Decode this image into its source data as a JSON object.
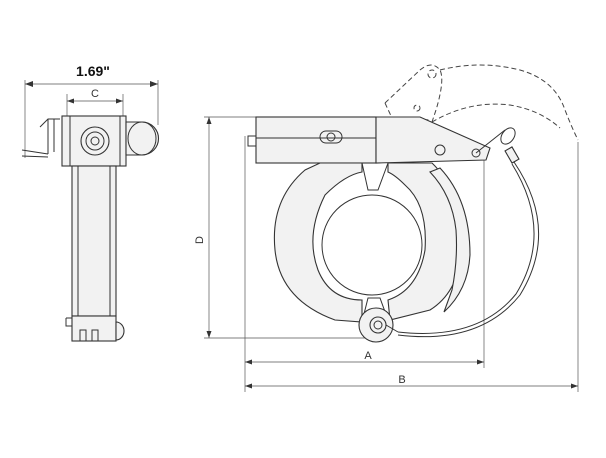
{
  "dimensions": {
    "width_label": "1.69\"",
    "c_label": "C",
    "d_label": "D",
    "a_label": "A",
    "b_label": "B"
  },
  "colors": {
    "line": "#333333",
    "fill": "#f2f2f2",
    "background": "#ffffff"
  }
}
